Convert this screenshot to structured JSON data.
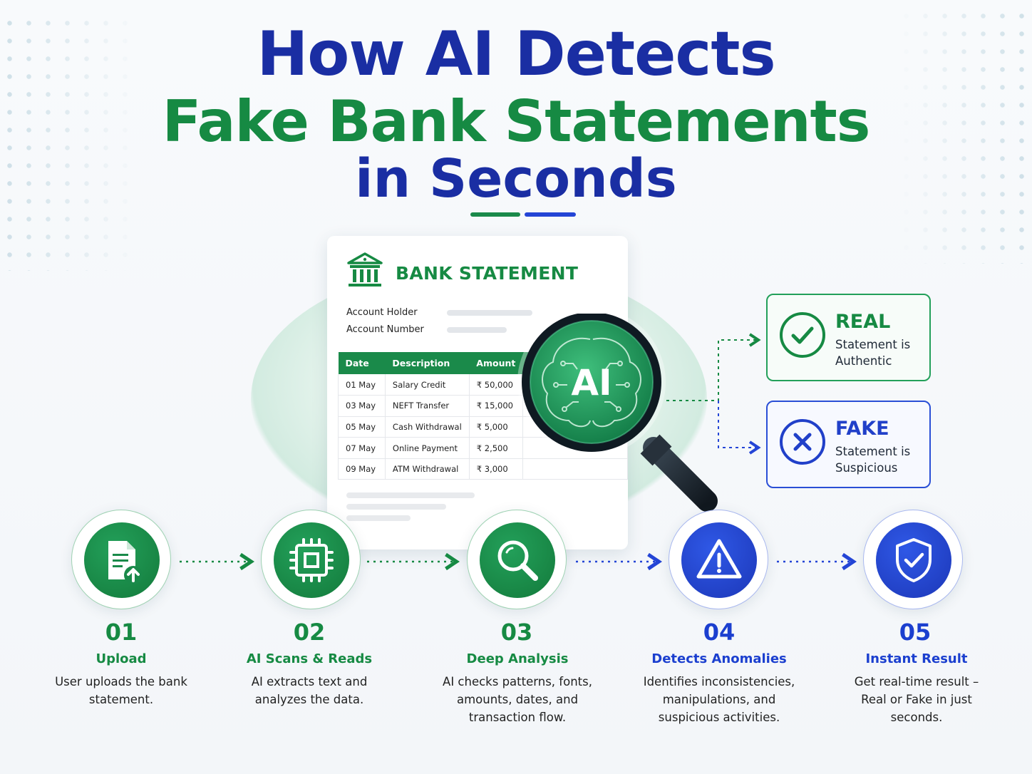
{
  "header": {
    "line1": "How AI Detects",
    "line2": "Fake Bank Statements",
    "line3": "in Seconds"
  },
  "statement": {
    "title": "BANK STATEMENT",
    "account_holder_label": "Account Holder",
    "account_number_label": "Account Number",
    "columns": [
      "Date",
      "Description",
      "Amount"
    ],
    "rows": [
      [
        "01 May",
        "Salary Credit",
        "₹ 50,000"
      ],
      [
        "03 May",
        "NEFT Transfer",
        "₹ 15,000"
      ],
      [
        "05 May",
        "Cash Withdrawal",
        "₹ 5,000"
      ],
      [
        "07 May",
        "Online Payment",
        "₹ 2,500"
      ],
      [
        "09 May",
        "ATM Withdrawal",
        "₹ 3,000"
      ]
    ]
  },
  "ai_badge": "AI",
  "results": {
    "real": {
      "title": "REAL",
      "desc": "Statement is Authentic"
    },
    "fake": {
      "title": "FAKE",
      "desc": "Statement is Suspicious"
    }
  },
  "steps": [
    {
      "num": "01",
      "title": "Upload",
      "desc": "User uploads the bank statement.",
      "icon": "file-upload-icon"
    },
    {
      "num": "02",
      "title": "AI Scans & Reads",
      "desc": "AI extracts text and analyzes the data.",
      "icon": "chip-icon"
    },
    {
      "num": "03",
      "title": "Deep Analysis",
      "desc": "AI checks patterns, fonts, amounts, dates, and transaction flow.",
      "icon": "magnifier-icon"
    },
    {
      "num": "04",
      "title": "Detects Anomalies",
      "desc": "Identifies inconsistencies, manipulations, and suspicious activities.",
      "icon": "warning-icon"
    },
    {
      "num": "05",
      "title": "Instant Result",
      "desc": "Get real-time result – Real or Fake in just seconds.",
      "icon": "shield-check-icon"
    }
  ],
  "colors": {
    "green": "#168a43",
    "blue": "#1a2ea3",
    "accent_blue": "#2140c9"
  }
}
